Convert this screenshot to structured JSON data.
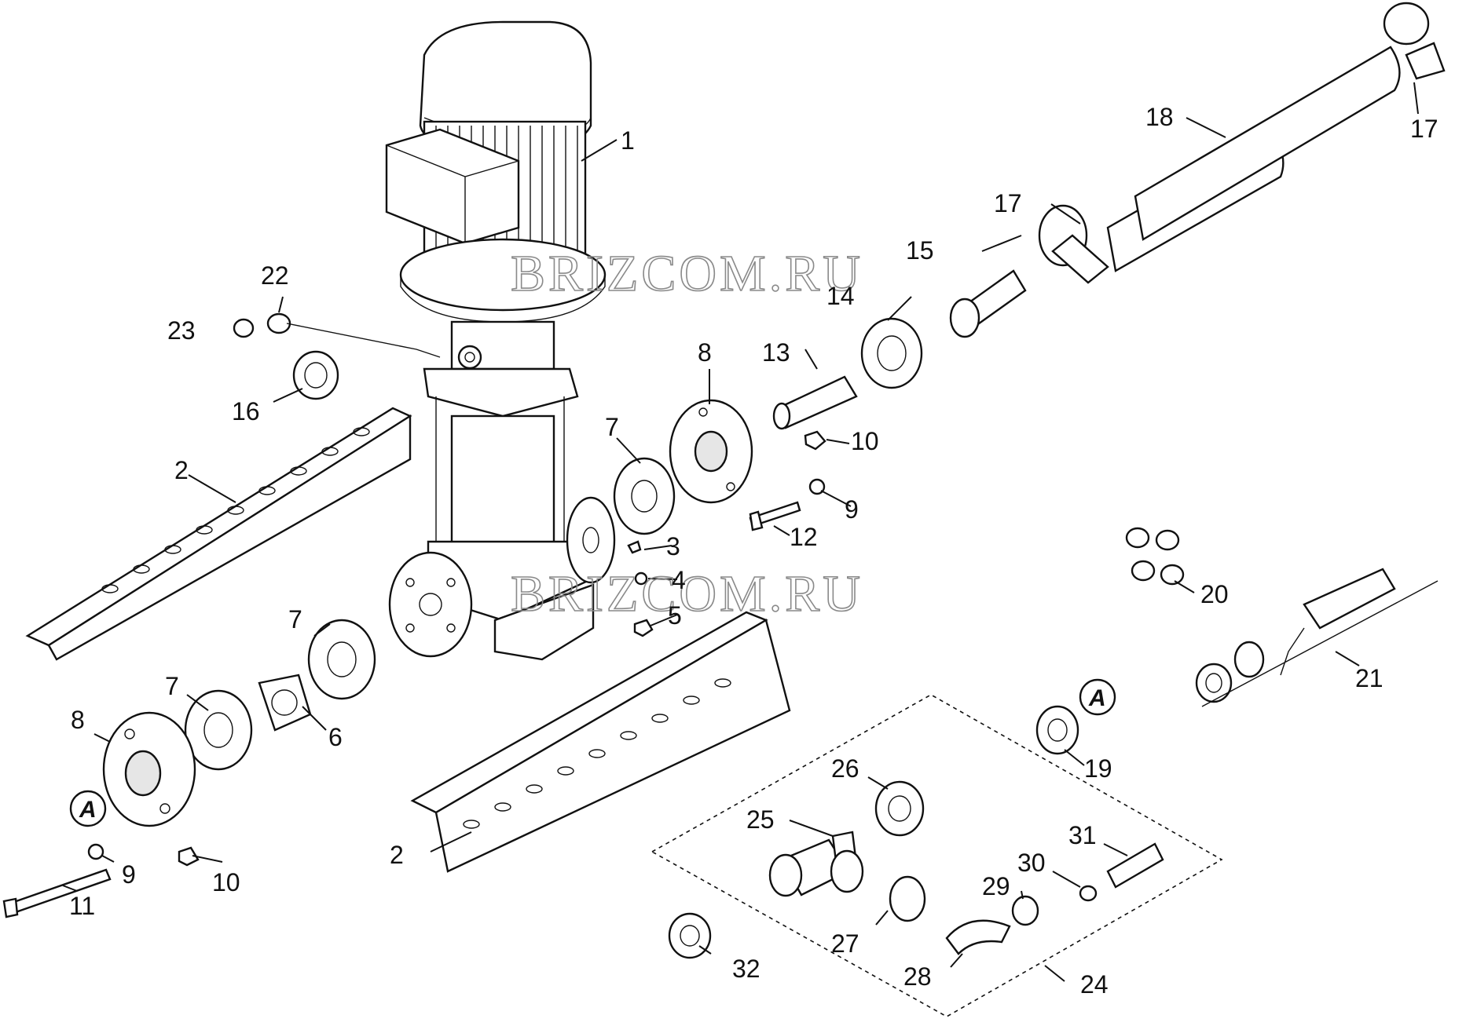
{
  "watermark": "BRIZCOM.RU",
  "mark_a": "A",
  "labels": [
    {
      "id": "l1",
      "text": "1"
    },
    {
      "id": "l2a",
      "text": "2"
    },
    {
      "id": "l2b",
      "text": "2"
    },
    {
      "id": "l3",
      "text": "3"
    },
    {
      "id": "l4",
      "text": "4"
    },
    {
      "id": "l5",
      "text": "5"
    },
    {
      "id": "l6",
      "text": "6"
    },
    {
      "id": "l7a",
      "text": "7"
    },
    {
      "id": "l7b",
      "text": "7"
    },
    {
      "id": "l7c",
      "text": "7"
    },
    {
      "id": "l8a",
      "text": "8"
    },
    {
      "id": "l8b",
      "text": "8"
    },
    {
      "id": "l9a",
      "text": "9"
    },
    {
      "id": "l9b",
      "text": "9"
    },
    {
      "id": "l10a",
      "text": "10"
    },
    {
      "id": "l10b",
      "text": "10"
    },
    {
      "id": "l11",
      "text": "11"
    },
    {
      "id": "l12",
      "text": "12"
    },
    {
      "id": "l13",
      "text": "13"
    },
    {
      "id": "l14",
      "text": "14"
    },
    {
      "id": "l15",
      "text": "15"
    },
    {
      "id": "l16",
      "text": "16"
    },
    {
      "id": "l17a",
      "text": "17"
    },
    {
      "id": "l17b",
      "text": "17"
    },
    {
      "id": "l18",
      "text": "18"
    },
    {
      "id": "l19",
      "text": "19"
    },
    {
      "id": "l20",
      "text": "20"
    },
    {
      "id": "l21",
      "text": "21"
    },
    {
      "id": "l22",
      "text": "22"
    },
    {
      "id": "l23",
      "text": "23"
    },
    {
      "id": "l24",
      "text": "24"
    },
    {
      "id": "l25",
      "text": "25"
    },
    {
      "id": "l26",
      "text": "26"
    },
    {
      "id": "l27",
      "text": "27"
    },
    {
      "id": "l28",
      "text": "28"
    },
    {
      "id": "l29",
      "text": "29"
    },
    {
      "id": "l30",
      "text": "30"
    },
    {
      "id": "l31",
      "text": "31"
    },
    {
      "id": "l32",
      "text": "32"
    }
  ]
}
